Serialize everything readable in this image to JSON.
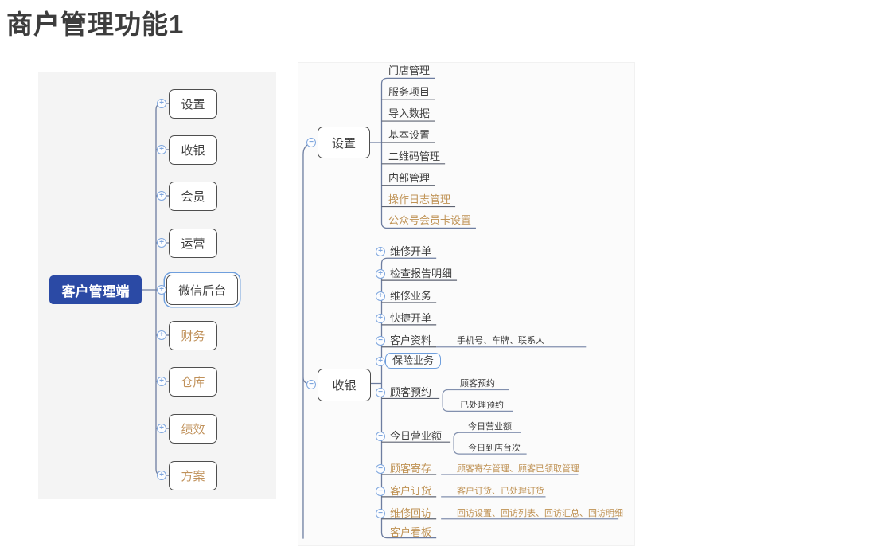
{
  "title": "商户管理功能1",
  "icons": {
    "plus": "+",
    "minus": "−"
  },
  "colors": {
    "root_blue": "#2b4aa5",
    "accent_orange": "#bf9254",
    "selection_blue": "#6f9fdd",
    "connector_slate": "#6d7da0",
    "text_dark": "#3e3e3e",
    "left_panel_bg": "#f4f4f4",
    "right_panel_bg": "#fbfbfb"
  },
  "left_map": {
    "root": {
      "label": "客户管理端"
    },
    "children": [
      {
        "label": "设置"
      },
      {
        "label": "收银"
      },
      {
        "label": "会员"
      },
      {
        "label": "运营"
      },
      {
        "label": "微信后台",
        "selected": true
      },
      {
        "label": "财务",
        "accent": true
      },
      {
        "label": "仓库",
        "accent": true
      },
      {
        "label": "绩效",
        "accent": true
      },
      {
        "label": "方案",
        "accent": true
      }
    ]
  },
  "right_map": {
    "settings": {
      "label": "设置",
      "children": [
        {
          "label": "门店管理"
        },
        {
          "label": "服务项目"
        },
        {
          "label": "导入数据"
        },
        {
          "label": "基本设置"
        },
        {
          "label": "二维码管理"
        },
        {
          "label": "内部管理"
        },
        {
          "label": "操作日志管理",
          "accent": true
        },
        {
          "label": "公众号会员卡设置",
          "accent": true
        }
      ]
    },
    "cashier": {
      "label": "收银",
      "children": [
        {
          "label": "维修开单"
        },
        {
          "label": "检查报告明细"
        },
        {
          "label": "维修业务"
        },
        {
          "label": "快捷开单"
        },
        {
          "label": "客户资料",
          "detail": "手机号、车牌、联系人"
        },
        {
          "label": "保险业务",
          "selected": true
        },
        {
          "label": "顾客预约",
          "children": [
            "顾客预约",
            "已处理预约"
          ]
        },
        {
          "label": "今日营业额",
          "children": [
            "今日营业额",
            "今日到店台次"
          ]
        },
        {
          "label": "顾客寄存",
          "accent": true,
          "detail": "顾客寄存管理、顾客已领取管理"
        },
        {
          "label": "客户订货",
          "accent": true,
          "detail": "客户订货、已处理订货"
        },
        {
          "label": "维修回访",
          "accent": true,
          "detail": "回访设置、回访列表、回访汇总、回访明细"
        },
        {
          "label": "客户看板",
          "accent": true
        }
      ]
    }
  }
}
